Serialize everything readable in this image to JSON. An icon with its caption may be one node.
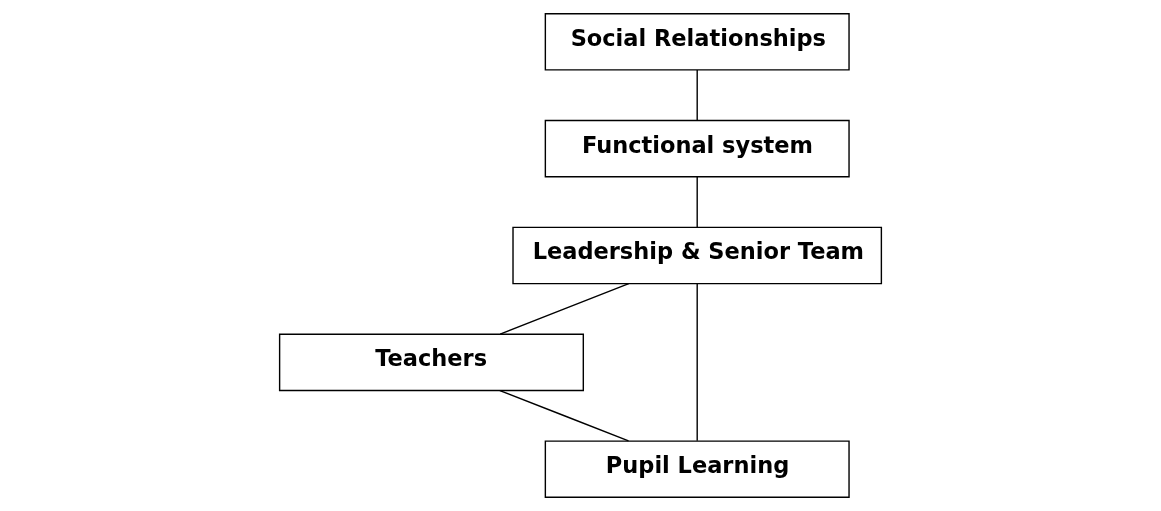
{
  "diagram": {
    "nodes": [
      {
        "text": [
          "Social Relationships"
        ]
      },
      {
        "text": [
          "Functional system"
        ]
      },
      {
        "text": [
          "Leadership & Senior Team"
        ]
      },
      {
        "text": [
          "Teachers"
        ]
      },
      {
        "text": [
          "Pupil Learning"
        ]
      }
    ],
    "edges": [
      {
        "from": 0,
        "to": 1,
        "arrow": "none"
      },
      {
        "from": 1,
        "to": 2,
        "arrow": "none"
      },
      {
        "from": 2,
        "to": 3,
        "arrow": "none"
      },
      {
        "from": 2,
        "to": 4,
        "arrow": "none"
      },
      {
        "from": 3,
        "to": 4,
        "arrow": "none"
      }
    ]
  }
}
